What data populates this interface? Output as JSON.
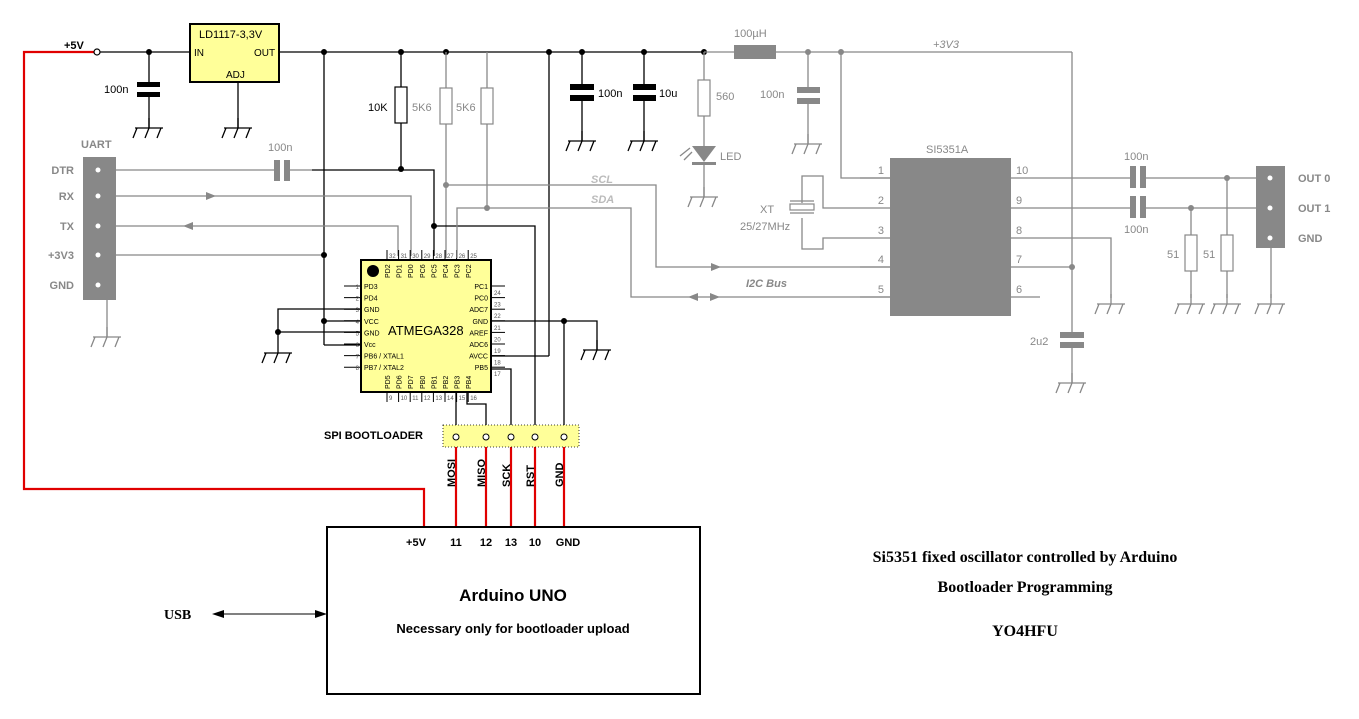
{
  "title": {
    "line1": "Si5351 fixed oscillator controlled by Arduino",
    "line2": "Bootloader Programming",
    "author": "YO4HFU"
  },
  "power": {
    "v5_label": "+5V",
    "v3_label": "+3V3"
  },
  "regulator": {
    "name": "LD1117-3,3V",
    "in": "IN",
    "out": "OUT",
    "adj": "ADJ"
  },
  "components": {
    "c_in": "100n",
    "r_reset": "10K",
    "r_pull1": "5K6",
    "r_pull2": "5K6",
    "c_out1": "100n",
    "c_out2": "10u",
    "r_led": "560",
    "led": "LED",
    "inductor": "100µH",
    "c_filter": "100n",
    "c_dtr": "100n",
    "c_2u2": "2u2",
    "c_out0": "100n",
    "c_out1b": "100n",
    "r_term0": "51",
    "r_term1": "51",
    "xtal": "XT",
    "xtal_freq": "25/27MHz"
  },
  "uart": {
    "title": "UART",
    "pins": [
      "DTR",
      "RX",
      "TX",
      "+3V3",
      "GND"
    ]
  },
  "i2c": {
    "scl": "SCL",
    "sda": "SDA",
    "bus": "I2C Bus"
  },
  "mcu": {
    "name": "ATMEGA328",
    "left": [
      [
        "1",
        "PD3"
      ],
      [
        "2",
        "PD4"
      ],
      [
        "3",
        "GND"
      ],
      [
        "4",
        "VCC"
      ],
      [
        "5",
        "GND"
      ],
      [
        "6",
        "Vcc"
      ],
      [
        "7",
        "PB6 / XTAL1"
      ],
      [
        "8",
        "PB7 / XTAL2"
      ]
    ],
    "right": [
      [
        "24",
        "PC1"
      ],
      [
        "23",
        "PC0"
      ],
      [
        "22",
        "ADC7"
      ],
      [
        "21",
        "GND"
      ],
      [
        "20",
        "AREF"
      ],
      [
        "19",
        "ADC6"
      ],
      [
        "18",
        "AVCC"
      ],
      [
        "17",
        "PB5"
      ]
    ],
    "top": [
      [
        "32",
        "PD2"
      ],
      [
        "31",
        "PD1"
      ],
      [
        "30",
        "PD0"
      ],
      [
        "29",
        "PC6"
      ],
      [
        "28",
        "PC5"
      ],
      [
        "27",
        "PC4"
      ],
      [
        "26",
        "PC3"
      ],
      [
        "25",
        "PC2"
      ]
    ],
    "bottom": [
      [
        "9",
        "PD5"
      ],
      [
        "10",
        "PD6"
      ],
      [
        "11",
        "PD7"
      ],
      [
        "12",
        "PB0"
      ],
      [
        "13",
        "PB1"
      ],
      [
        "14",
        "PB2"
      ],
      [
        "15",
        "PB3"
      ],
      [
        "16",
        "PB4"
      ]
    ]
  },
  "si5351": {
    "name": "SI5351A",
    "left_pins": [
      "1",
      "2",
      "3",
      "4",
      "5"
    ],
    "right_pins": [
      "10",
      "9",
      "8",
      "7",
      "6"
    ]
  },
  "outputs": {
    "pins": [
      "OUT 0",
      "OUT 1",
      "GND"
    ]
  },
  "spi": {
    "title": "SPI BOOTLOADER",
    "signals": [
      "MOSI",
      "MISO",
      "SCK",
      "RST",
      "GND"
    ]
  },
  "arduino": {
    "name": "Arduino UNO",
    "note": "Necessary only for bootloader upload",
    "pins": [
      "+5V",
      "11",
      "12",
      "13",
      "10",
      "GND"
    ],
    "usb": "USB"
  },
  "colors": {
    "wire_active": "#000000",
    "wire_inactive": "#888888",
    "wire_programming": "#e00000",
    "ic_fill": "#ffff99",
    "connector_fill": "#888888"
  }
}
